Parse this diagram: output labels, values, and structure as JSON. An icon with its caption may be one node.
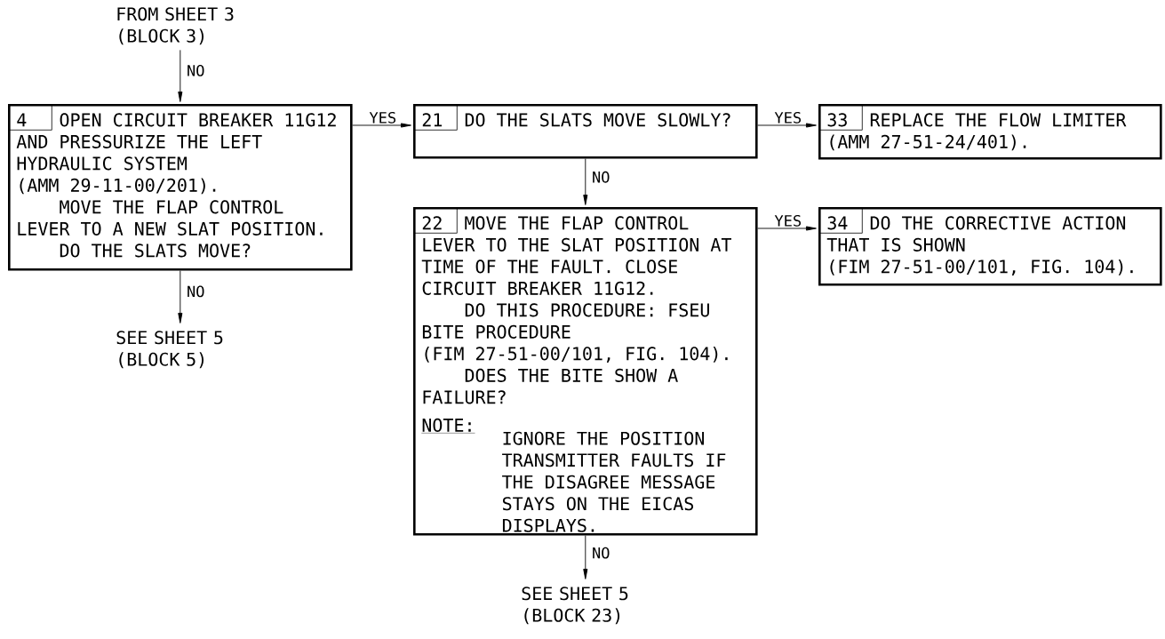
{
  "diagram": {
    "nodes": [
      {
        "text": [
          "FROM SHEET 3 (BLOCK 3)"
        ]
      },
      {
        "text": [
          "4",
          "OPEN CIRCUIT BREAKER 11G12 AND PRESSURIZE THE LEFT HYDRAULIC SYSTEM",
          "(AMM 29-11-00/201).",
          "MOVE THE FLAP CONTROL LEVER TO A NEW SLAT POSITION.",
          "DO THE SLATS MOVE?"
        ]
      },
      {
        "text": [
          "SEE SHEET 5 (BLOCK 5)"
        ]
      },
      {
        "text": [
          "21",
          "DO THE SLATS MOVE SLOWLY?"
        ]
      },
      {
        "text": [
          "22",
          "MOVE THE FLAP CONTROL LEVER TO THE SLAT POSITION AT TIME OF THE FAULT. CLOSE CIRCUIT BREAKER 11G12.",
          "DO THIS PROCEDURE: FSEU BITE PROCEDURE",
          "(FIM 27-51-00/101, FIG. 104).",
          "DOES THE BITE SHOW A FAILURE?",
          "NOTE:",
          "IGNORE THE POSITION TRANSMITTER FAULTS IF THE DISAGREE MESSAGE STAYS ON THE EICAS DISPLAYS."
        ]
      },
      {
        "text": [
          "SEE SHEET 5 (BLOCK 23)"
        ]
      },
      {
        "text": [
          "33",
          "REPLACE THE FLOW LIMITER",
          "(AMM 27-51-24/401)."
        ]
      },
      {
        "text": [
          "34",
          "DO THE CORRECTIVE ACTION THAT IS SHOWN",
          "(FIM 27-51-00/101, FIG. 104)."
        ]
      }
    ],
    "edges": [
      {
        "from": 0,
        "to": 1,
        "arrow": "to",
        "label": "NO"
      },
      {
        "from": 1,
        "to": 2,
        "arrow": "to",
        "label": "NO"
      },
      {
        "from": 1,
        "to": 3,
        "arrow": "to",
        "label": "YES"
      },
      {
        "from": 3,
        "to": 6,
        "arrow": "to",
        "label": "YES"
      },
      {
        "from": 3,
        "to": 4,
        "arrow": "to",
        "label": "NO"
      },
      {
        "from": 4,
        "to": 7,
        "arrow": "to",
        "label": "YES"
      },
      {
        "from": 4,
        "to": 5,
        "arrow": "to",
        "label": "NO"
      }
    ]
  }
}
